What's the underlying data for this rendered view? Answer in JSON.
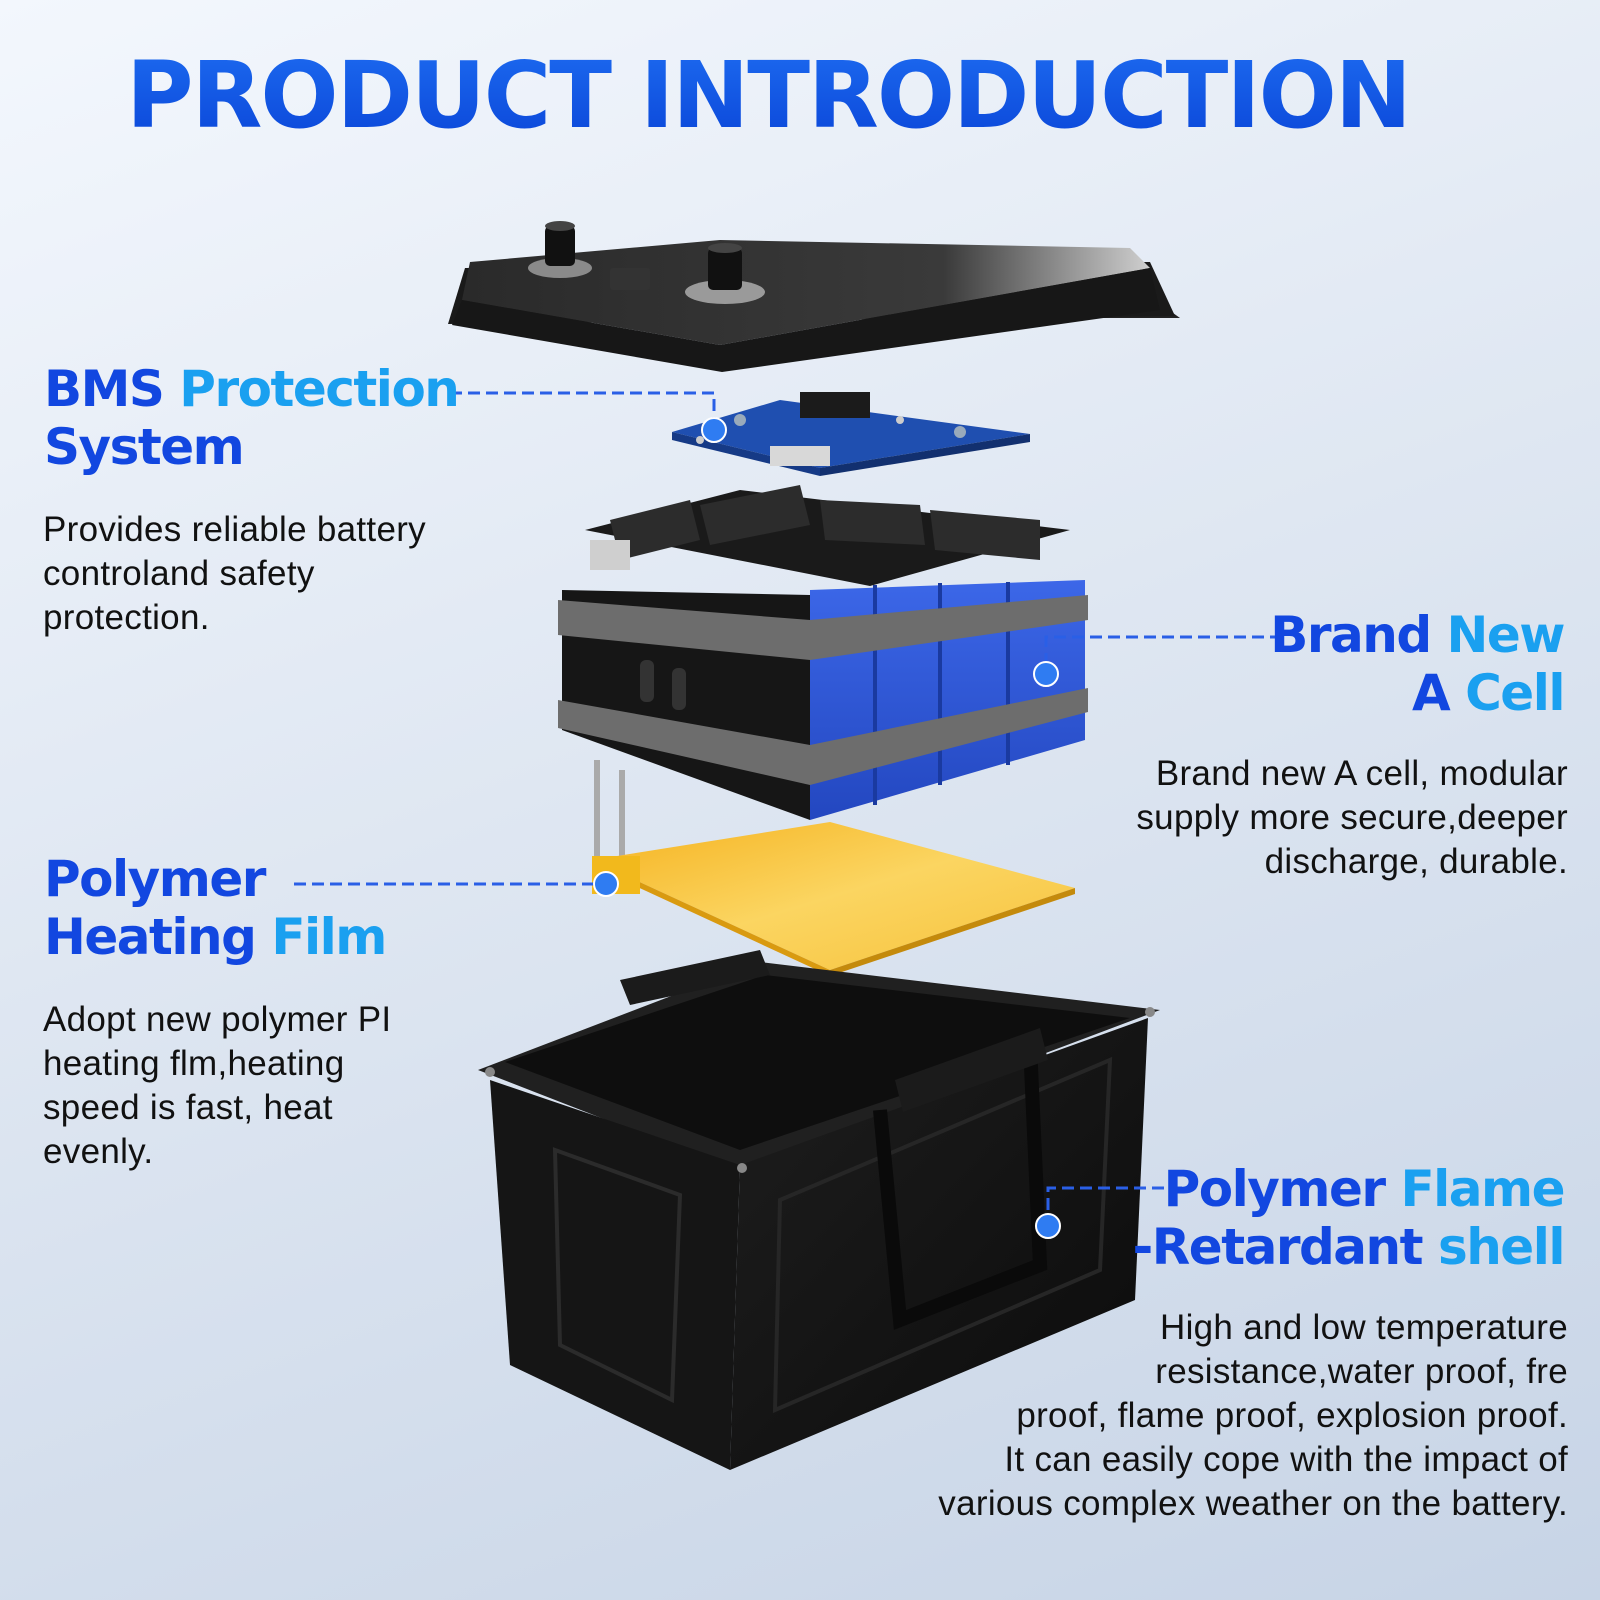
{
  "title": "PRODUCT INTRODUCTION",
  "features": {
    "bms": {
      "heading_line1": [
        "BMS ",
        "Protection"
      ],
      "heading_line2": [
        "System",
        ""
      ],
      "description": [
        "Provides reliable battery",
        "controland safety",
        "protection."
      ]
    },
    "cell": {
      "heading_line1": [
        "Brand ",
        "New"
      ],
      "heading_line2": [
        "A ",
        "Cell"
      ],
      "description": [
        "Brand new A cell, modular",
        "supply more secure,deeper",
        "discharge, durable."
      ]
    },
    "heating": {
      "heading_line1": [
        "Polymer",
        ""
      ],
      "heading_line2": [
        "Heating ",
        "Film"
      ],
      "description": [
        "Adopt new polymer PI",
        "heating flm,heating",
        "speed is fast, heat",
        "evenly."
      ]
    },
    "shell": {
      "heading_line1": [
        "Polymer ",
        "Flame"
      ],
      "heading_line2": [
        "-Retardant ",
        "shell"
      ],
      "description": [
        "High and low temperature",
        "resistance,water proof, fre",
        "proof, flame proof, explosion proof.",
        "It can easily cope with the impact of",
        "various complex weather on the battery."
      ]
    }
  },
  "colors": {
    "heading_primary": "#1247e0",
    "heading_secondary": "#1aa0f0",
    "callout_line": "#2a5fe6",
    "callout_dot": "#2f7cf2",
    "cell_blue": "#2f58d8",
    "heating_film": "#f7c533",
    "shell_black": "#141414"
  }
}
